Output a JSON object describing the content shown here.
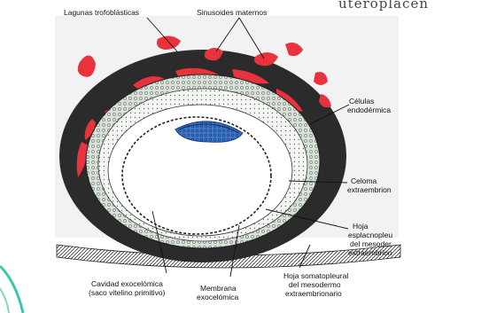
{
  "header_fragment": "uteroplacen",
  "labels": {
    "lagunas": "Lagunas trofoblásticas",
    "sinusoides": "Sinusoides maternos",
    "celulas_1": "Células",
    "celulas_2": "endodérmica",
    "celoma_1": "Celoma",
    "celoma_2": "extraembrion",
    "hoja_esp_1": "Hoja",
    "hoja_esp_2": "esplacnopleu",
    "hoja_esp_3": "del mesoder",
    "hoja_esp_4": "extraembrion",
    "cavidad_1": "Cavidad exocelómica",
    "cavidad_2": "(saco vitelino primitivo)",
    "membrana_1": "Membrana",
    "membrana_2": "exocelómica",
    "hoja_som_1": "Hoja somatopleural",
    "hoja_som_2": "del mesodermo",
    "hoja_som_3": "extraembrionario"
  },
  "colors": {
    "trophoblast": "#2b2b2b",
    "lacunae": "#e8333c",
    "mesoderm": "#cfd8cf",
    "embryo_blue": "#3f78c8",
    "accent_teal": "#3cc7a8"
  }
}
